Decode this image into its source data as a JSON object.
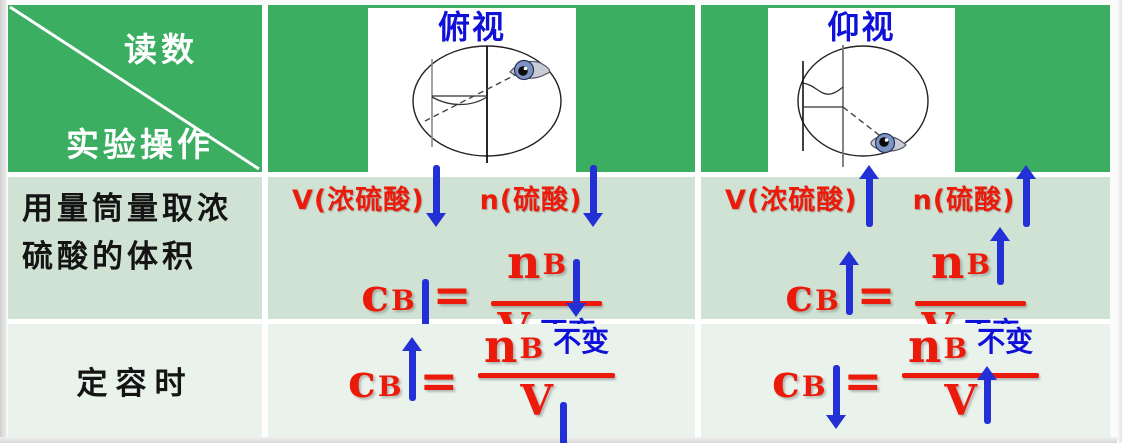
{
  "slide": {
    "corner": {
      "reading_label": "读数",
      "operation_label": "实验操作"
    },
    "views": {
      "topview_title": "俯视",
      "bottomview_title": "仰视"
    },
    "rows": [
      {
        "label": "用量筒量取浓硫酸的体积",
        "topview": {
          "vars": [
            {
              "text": "V(浓硫酸)",
              "dir": "down"
            },
            {
              "text": "n(硫酸)",
              "dir": "down"
            }
          ],
          "formula": {
            "lhs": "c",
            "lhs_sub": "B",
            "lhs_dir": "down",
            "eq": "=",
            "num": "n",
            "num_sub": "B",
            "num_dir": "down",
            "den": "V",
            "den_note": "不变"
          }
        },
        "bottomview": {
          "vars": [
            {
              "text": "V(浓硫酸)",
              "dir": "up"
            },
            {
              "text": "n(硫酸)",
              "dir": "up"
            }
          ],
          "formula": {
            "lhs": "c",
            "lhs_sub": "B",
            "lhs_dir": "up",
            "eq": "=",
            "num": "n",
            "num_sub": "B",
            "num_dir": "up",
            "den": "V",
            "den_note": "不变"
          }
        }
      },
      {
        "label": "定容时",
        "topview": {
          "formula": {
            "lhs": "c",
            "lhs_sub": "B",
            "lhs_dir": "up",
            "eq": "=",
            "num": "n",
            "num_sub": "B",
            "num_note": "不变",
            "den": "V",
            "den_dir": "down"
          }
        },
        "bottomview": {
          "formula": {
            "lhs": "c",
            "lhs_sub": "B",
            "lhs_dir": "down",
            "eq": "=",
            "num": "n",
            "num_sub": "B",
            "num_note": "不变",
            "den": "V",
            "den_dir": "up"
          }
        }
      }
    ],
    "colors": {
      "header_green": "#3cae62",
      "row_bg": "#cfe2d3",
      "row_alt_bg": "#eaf2ec",
      "formula_red": "#ec1a0a",
      "arrow_blue": "#2330d6",
      "title_blue": "#0f10d8",
      "text_black": "#141414"
    }
  }
}
